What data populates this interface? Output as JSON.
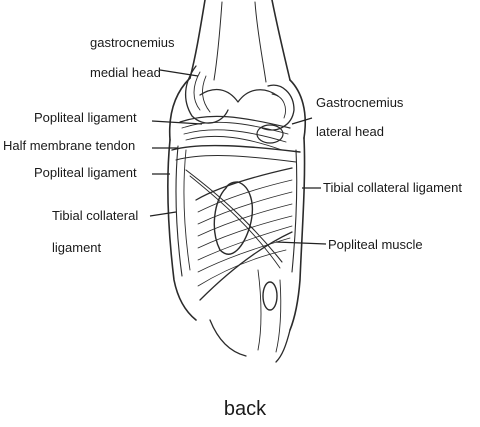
{
  "labels": {
    "gastro_medial_line1": "gastrocnemius",
    "gastro_medial_line2": "medial head",
    "popliteal_ligament_upper": "Popliteal ligament",
    "half_membrane_tendon": "Half membrane tendon",
    "popliteal_ligament_lower": "Popliteal ligament",
    "tibial_collateral_left_line1": "Tibial collateral",
    "tibial_collateral_left_line2": "ligament",
    "gastro_lateral_line1": "Gastrocnemius",
    "gastro_lateral_line2": "lateral head",
    "tibial_collateral_right": "Tibial collateral ligament",
    "popliteal_muscle": "Popliteal muscle"
  },
  "caption": "back",
  "colors": {
    "ink": "#2b2b2b",
    "background": "#ffffff"
  }
}
